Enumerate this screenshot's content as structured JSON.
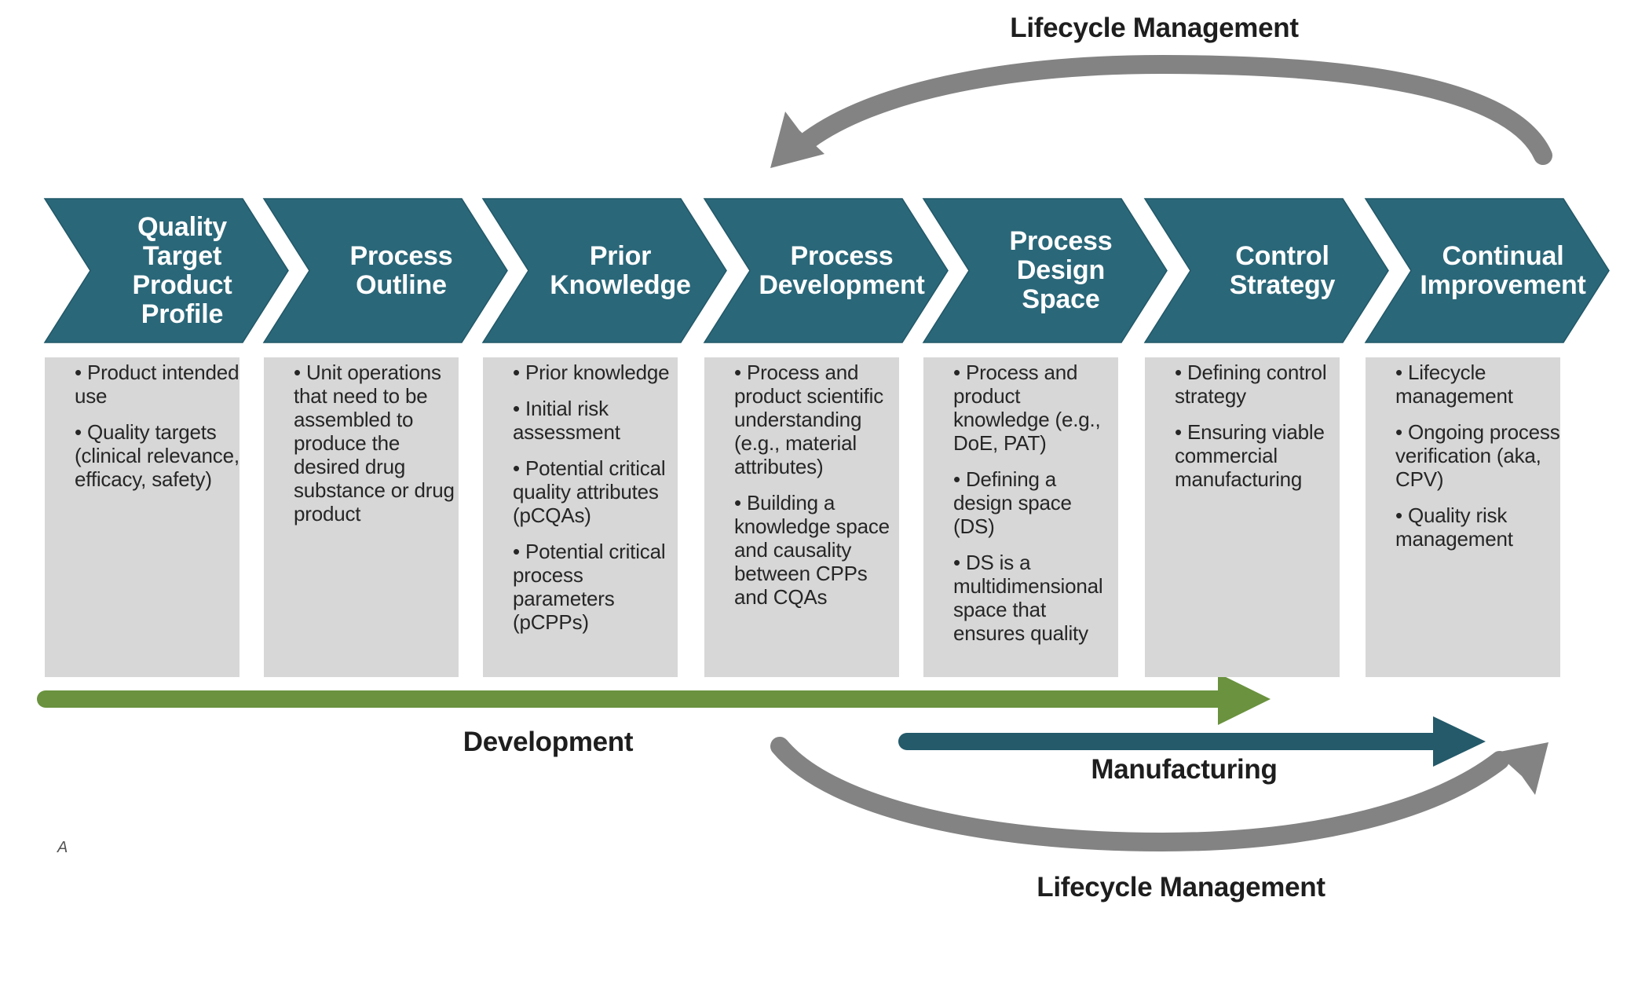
{
  "title_top": "Lifecycle Management",
  "title_bottom": "Lifecycle Management",
  "colors": {
    "chevron": "#2a6779",
    "box": "#d7d7d7",
    "development_arrow": "#6a923f",
    "manufacturing_arrow": "#245a6a",
    "lifecycle_arrow": "#838383",
    "text_dark": "#1e1e1e",
    "text_light": "#ffffff"
  },
  "stages": [
    {
      "title_lines": [
        "Quality",
        "Target",
        "Product",
        "Profile"
      ],
      "bullets": [
        "Product intended use",
        "Quality targets (clinical relevance, efficacy, safety)"
      ]
    },
    {
      "title_lines": [
        "Process",
        "Outline"
      ],
      "bullets": [
        "Unit operations that need to be assembled to produce the desired drug substance or drug product"
      ]
    },
    {
      "title_lines": [
        "Prior",
        "Knowledge"
      ],
      "bullets": [
        "Prior knowledge",
        "Initial risk assessment",
        "Potential critical quality attributes (pCQAs)",
        "Potential critical process parameters (pCPPs)"
      ]
    },
    {
      "title_lines": [
        "Process",
        "Development"
      ],
      "bullets": [
        "Process and product scientific understanding (e.g., material attributes)",
        "Building a knowledge space and causality between CPPs and CQAs"
      ]
    },
    {
      "title_lines": [
        "Process",
        "Design",
        "Space"
      ],
      "bullets": [
        "Process and product knowledge (e.g., DoE, PAT)",
        "Defining a design space (DS)",
        "DS is a multidimensional space that ensures quality"
      ]
    },
    {
      "title_lines": [
        "Control",
        "Strategy"
      ],
      "bullets": [
        "Defining control strategy",
        "Ensuring viable commercial manufacturing"
      ]
    },
    {
      "title_lines": [
        "Continual",
        "Improvement"
      ],
      "bullets": [
        "Lifecycle management",
        "Ongoing process verification (aka, CPV)",
        "Quality risk management"
      ]
    }
  ],
  "arrows": {
    "development_label": "Development",
    "manufacturing_label": "Manufacturing"
  },
  "stray_glyph": "A"
}
